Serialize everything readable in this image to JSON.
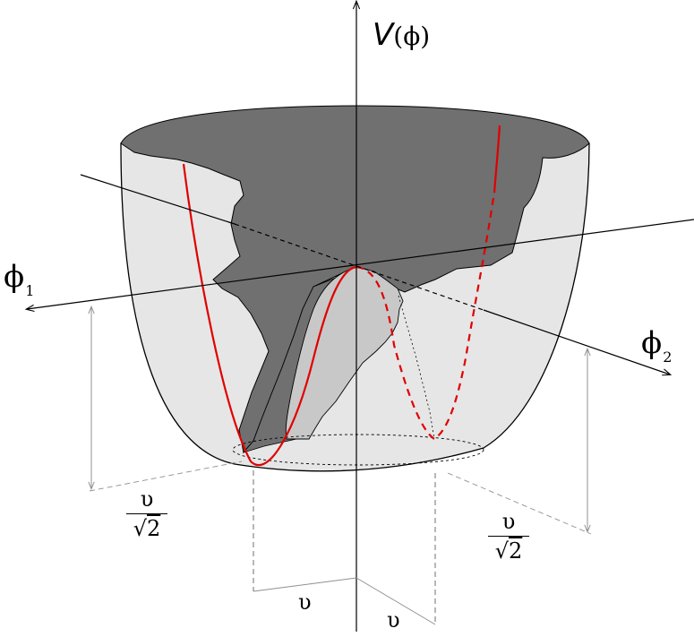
{
  "axes": {
    "vertical_letter": "V",
    "vertical_arg": "(ϕ)",
    "phi1_symbol": "ϕ",
    "phi1_sub": "1",
    "phi2_symbol": "ϕ",
    "phi2_sub": "2"
  },
  "annotations": {
    "left_height": {
      "numerator": "υ",
      "radical": "√",
      "radicand": "2"
    },
    "right_height": {
      "numerator": "υ",
      "radical": "√",
      "radicand": "2"
    },
    "base_left": "υ",
    "base_right": "υ"
  },
  "colors": {
    "bowl_light": "#e6e6e6",
    "bowl_dark": "#707070",
    "hump": "#c8c8c8",
    "curve": "#e00000",
    "axis": "#000000",
    "guide": "#909090"
  }
}
